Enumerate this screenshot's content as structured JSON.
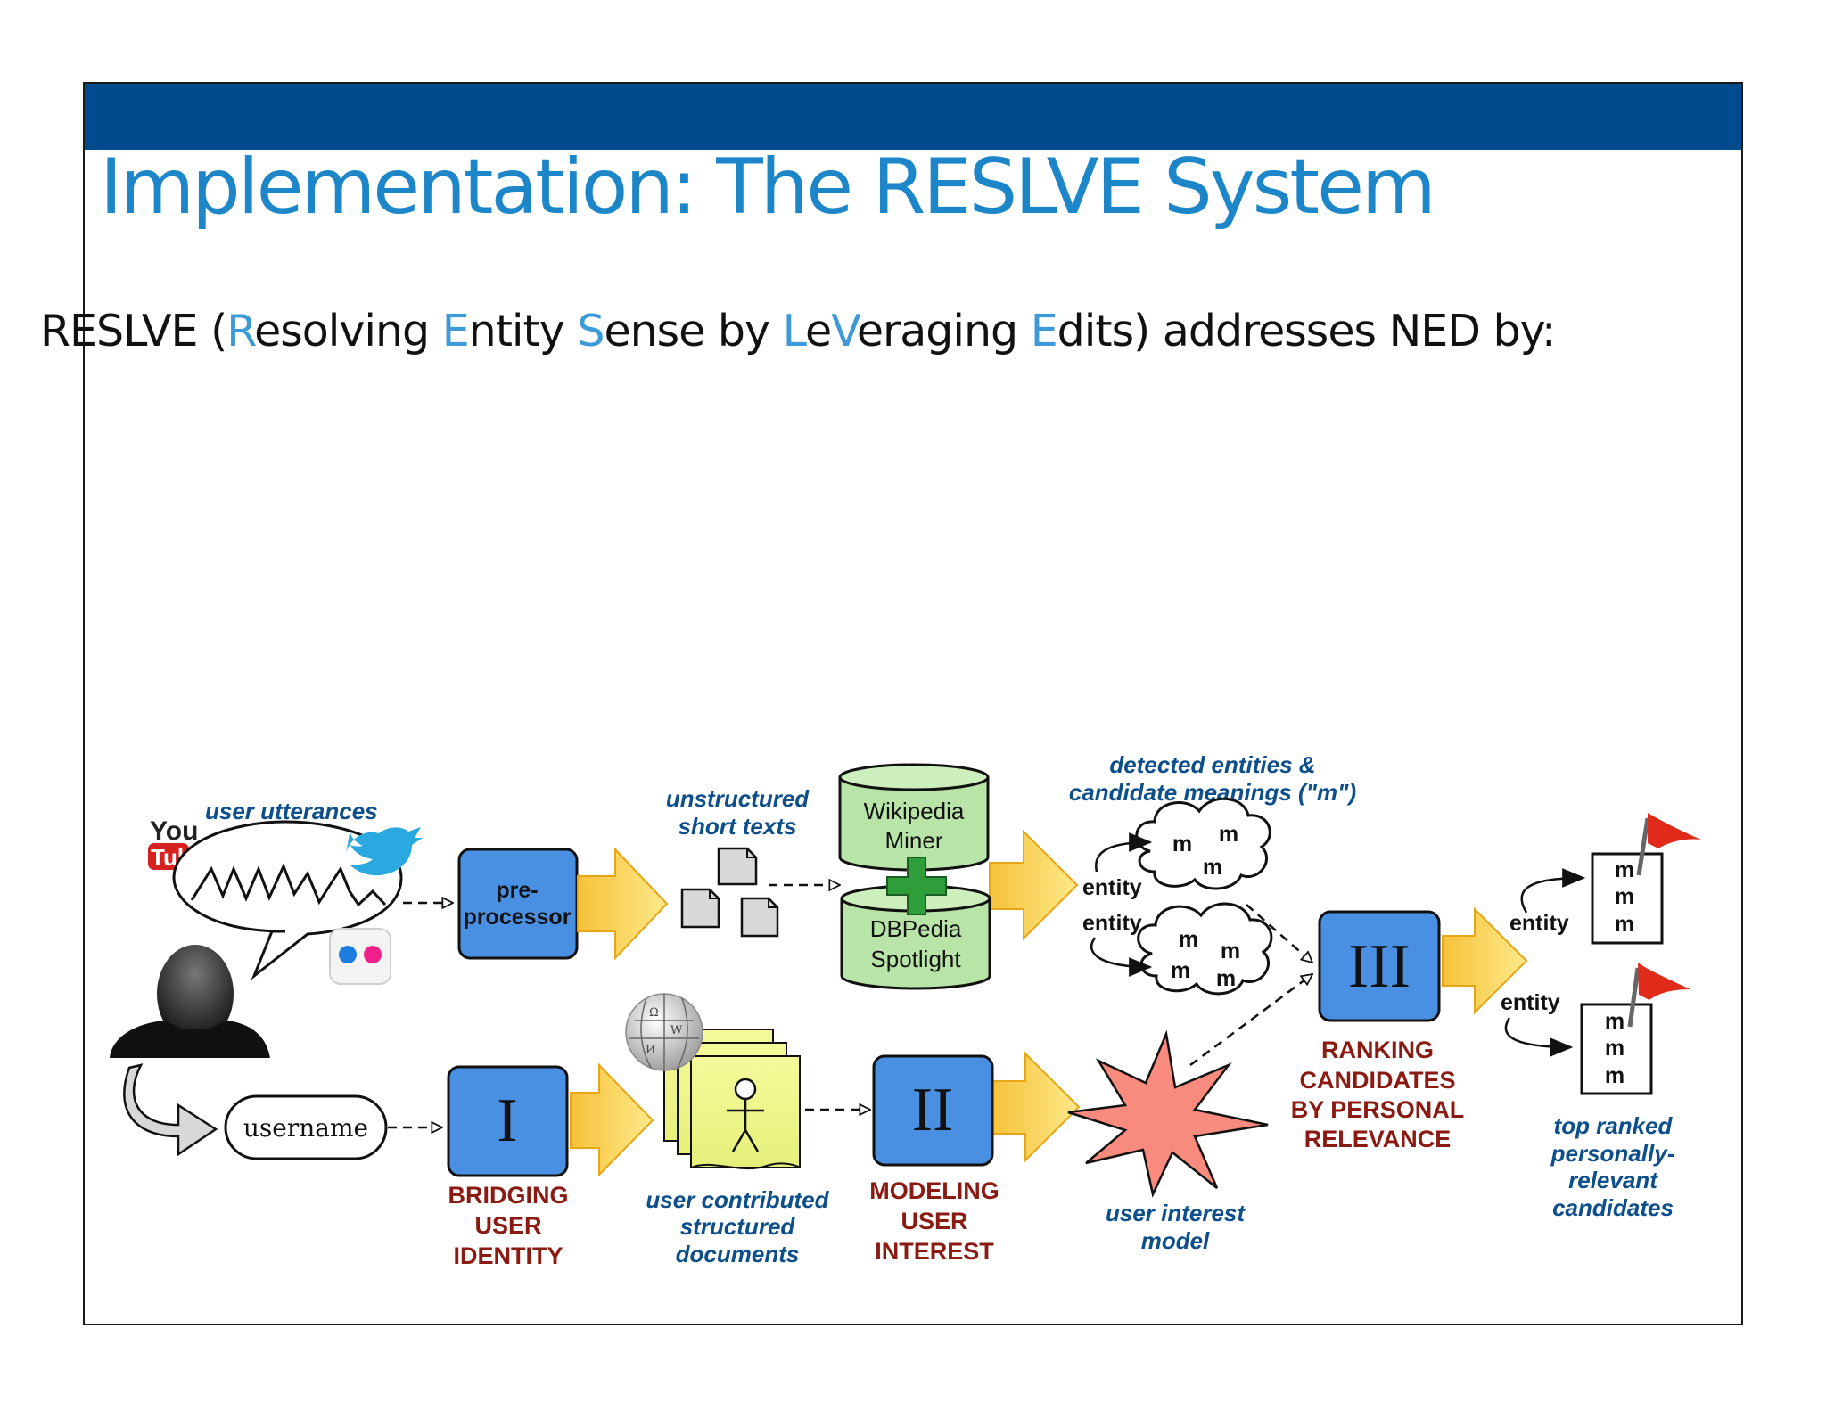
{
  "slide": {
    "title": "Implementation: The RESLVE System",
    "subtitle": {
      "prefix": "RESLVE (",
      "parts": [
        {
          "h": "R",
          "t": "esolving "
        },
        {
          "h": "E",
          "t": "ntity "
        },
        {
          "h": "S",
          "t": "ense by "
        },
        {
          "h": "L",
          "t": "e"
        },
        {
          "h": "V",
          "t": "eraging "
        },
        {
          "h": "E",
          "t": "dits"
        }
      ],
      "suffix": ") addresses NED by:"
    },
    "colors": {
      "banner": "#004b8d",
      "title": "#1d86c8",
      "highlight": "#3c9ad8",
      "stage_box": "#4a90e2",
      "arrow": "#f5c842",
      "db": "#b9e4a8",
      "label_blue": "#0d4f8b",
      "label_red": "#8b1a12"
    }
  },
  "diagram": {
    "youtube_you": "You",
    "youtube_tube": "Tube",
    "user_utterances": "user utterances",
    "preprocessor": [
      "pre-",
      "processor"
    ],
    "unstructured": [
      "unstructured",
      "short texts"
    ],
    "wikipedia_miner": [
      "Wikipedia",
      "Miner"
    ],
    "dbpedia": [
      "DBPedia",
      "Spotlight"
    ],
    "detected": [
      "detected entities &",
      "candidate meanings (\"m\")"
    ],
    "entity": "entity",
    "m": "m",
    "stage1": "I",
    "stage2": "II",
    "stage3": "III",
    "username": "username",
    "bridging": [
      "BRIDGING",
      "USER",
      "IDENTITY"
    ],
    "user_contributed": [
      "user contributed",
      "structured",
      "documents"
    ],
    "modeling": [
      "MODELING",
      "USER",
      "INTEREST"
    ],
    "user_interest_model": [
      "user interest",
      "model"
    ],
    "ranking": [
      "RANKING",
      "CANDIDATES",
      "BY PERSONAL",
      "RELEVANCE"
    ],
    "top_ranked": [
      "top ranked",
      "personally-",
      "relevant",
      "candidates"
    ],
    "icons": [
      "youtube-icon",
      "twitter-icon",
      "flickr-icon",
      "user-silhouette-icon",
      "document-icon",
      "wikipedia-globe-icon",
      "flag-icon",
      "cloud-icon",
      "star-burst-icon"
    ]
  }
}
